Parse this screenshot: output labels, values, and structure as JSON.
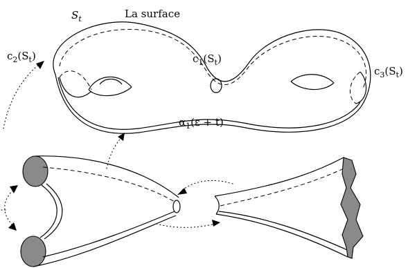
{
  "labels": {
    "surface_name": "S",
    "surface_sub": "t",
    "surface_title": "La surface",
    "c1_main": "c",
    "c1_sub": "1",
    "c1_arg": "(S",
    "c1_arg_sub": "t",
    "c1_close": ")",
    "c2_main": "c",
    "c2_sub": "2",
    "c2_arg": "(S",
    "c2_arg_sub": "t",
    "c2_close": ")",
    "c3_main": "c",
    "c3_sub": "3",
    "c3_arg": "(S",
    "c3_arg_sub": "t",
    "c3_close": ")",
    "alpha_main": "α",
    "alpha_sub": "1",
    "alpha_arg": "(ε + t)"
  },
  "colors": {
    "stroke": "#000000",
    "fill_gray": "#8a8a8a",
    "background": "#ffffff"
  }
}
